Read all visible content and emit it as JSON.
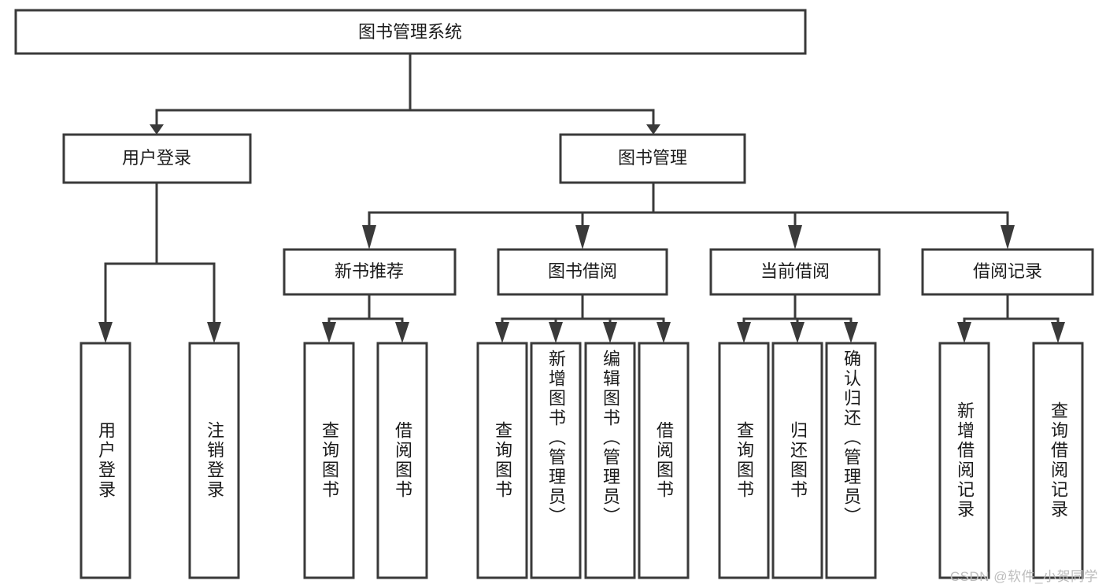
{
  "diagram": {
    "title": "图书管理系统",
    "type": "tree-hierarchy-diagram",
    "accent_color": "#3a3a3a",
    "background_color": "#ffffff",
    "root": {
      "label": "图书管理系统"
    },
    "level2": [
      {
        "label": "用户登录"
      },
      {
        "label": "图书管理"
      }
    ],
    "level3": [
      {
        "label": "新书推荐"
      },
      {
        "label": "图书借阅"
      },
      {
        "label": "当前借阅"
      },
      {
        "label": "借阅记录"
      }
    ],
    "leaves": [
      {
        "label": "用户登录",
        "parent": "用户登录",
        "align": "center"
      },
      {
        "label": "注销登录",
        "parent": "用户登录",
        "align": "center"
      },
      {
        "label": "查询图书",
        "parent": "新书推荐",
        "align": "center"
      },
      {
        "label": "借阅图书",
        "parent": "新书推荐",
        "align": "center"
      },
      {
        "label": "查询图书",
        "parent": "图书借阅",
        "align": "center"
      },
      {
        "label": "新增图书（管理员）",
        "parent": "图书借阅",
        "align": "top"
      },
      {
        "label": "编辑图书（管理员）",
        "parent": "图书借阅",
        "align": "top"
      },
      {
        "label": "借阅图书",
        "parent": "图书借阅",
        "align": "center"
      },
      {
        "label": "查询图书",
        "parent": "当前借阅",
        "align": "center"
      },
      {
        "label": "归还图书",
        "parent": "当前借阅",
        "align": "center"
      },
      {
        "label": "确认归还（管理员）",
        "parent": "当前借阅",
        "align": "top"
      },
      {
        "label": "新增借阅记录",
        "parent": "借阅记录",
        "align": "center"
      },
      {
        "label": "查询借阅记录",
        "parent": "借阅记录",
        "align": "center"
      }
    ]
  },
  "watermark": {
    "text": "CSDN @软件_小贺同学"
  }
}
